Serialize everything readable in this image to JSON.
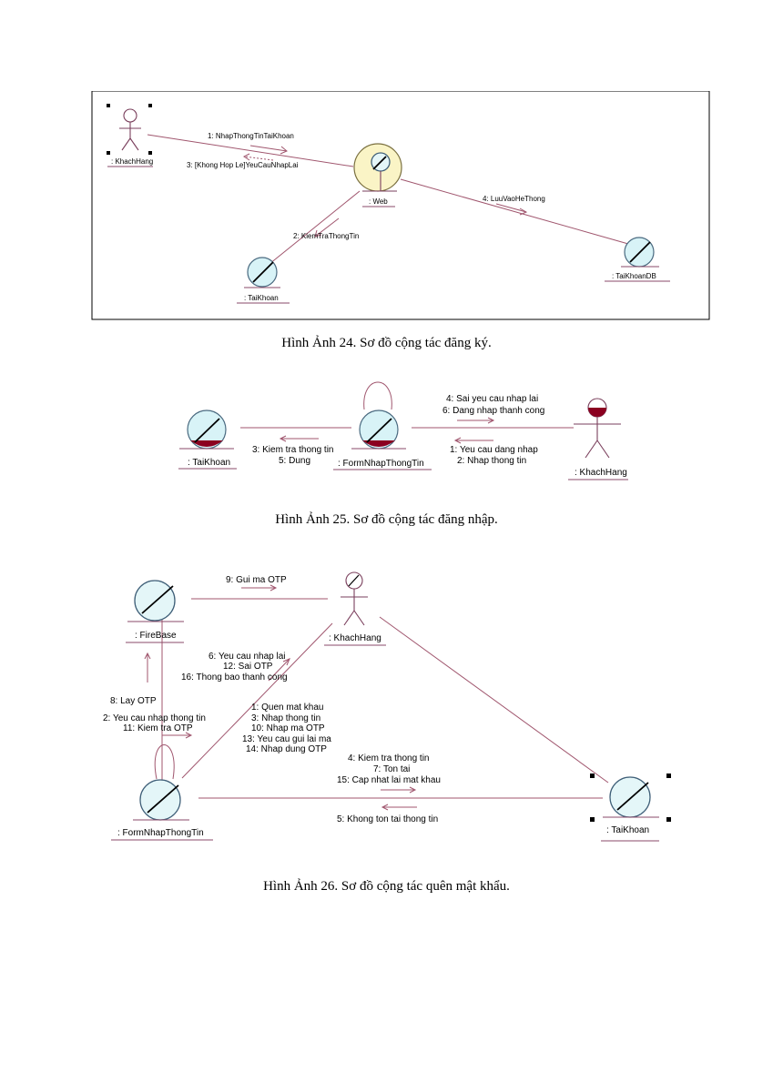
{
  "fig24": {
    "caption": "Hình Ảnh 24. Sơ đồ cộng tác đăng ký.",
    "objects": {
      "actor": ": KhachHang",
      "web": ": Web",
      "taikhoan": ": TaiKhoan",
      "taikhoandb": ": TaiKhoanDB"
    },
    "messages": {
      "m1": "1: NhapThongTinTaiKhoan",
      "m3": "3: [Khong Hop Le]YeuCauNhapLai",
      "m4": "4: LuuVaoHeThong",
      "m2": "2: KiemTraThongTin"
    }
  },
  "fig25": {
    "caption": "Hình Ảnh 25. Sơ đồ cộng tác đăng nhập.",
    "objects": {
      "taikhoan": ": TaiKhoan",
      "form": ": FormNhapThongTin",
      "actor": ": KhachHang"
    },
    "messages": {
      "left_1": "3: Kiem tra thong tin",
      "left_2": "5: Dung",
      "right_top_1": "4: Sai yeu cau nhap lai",
      "right_top_2": "6: Dang nhap thanh cong",
      "right_bot_1": "1: Yeu cau dang nhap",
      "right_bot_2": "2: Nhap thong tin"
    }
  },
  "fig26": {
    "caption": "Hình Ảnh 26. Sơ đồ cộng tác quên mật khẩu.",
    "objects": {
      "firebase": ": FireBase",
      "actor": ": KhachHang",
      "form": ": FormNhapThongTin",
      "taikhoan": ": TaiKhoan"
    },
    "messages": {
      "m9": "9: Gui ma OTP",
      "to_actor_1": "6: Yeu cau nhap lai",
      "to_actor_2": "12: Sai OTP",
      "to_actor_3": "16: Thong bao thanh cong",
      "m8": "8: Lay OTP",
      "self_1": "2: Yeu cau nhap thong tin",
      "self_2": "11: Kiem tra OTP",
      "from_actor_1": "1: Quen mat khau",
      "from_actor_2": "3: Nhap thong tin",
      "from_actor_3": "10: Nhap ma OTP",
      "from_actor_4": "13: Yeu cau gui lai ma",
      "from_actor_5": "14: Nhap dung OTP",
      "to_tk_1": "4: Kiem tra thong tin",
      "to_tk_2": "7: Ton tai",
      "to_tk_3": "15: Cap nhat lai mat khau",
      "from_tk_1": "5: Khong ton tai thong tin"
    }
  }
}
